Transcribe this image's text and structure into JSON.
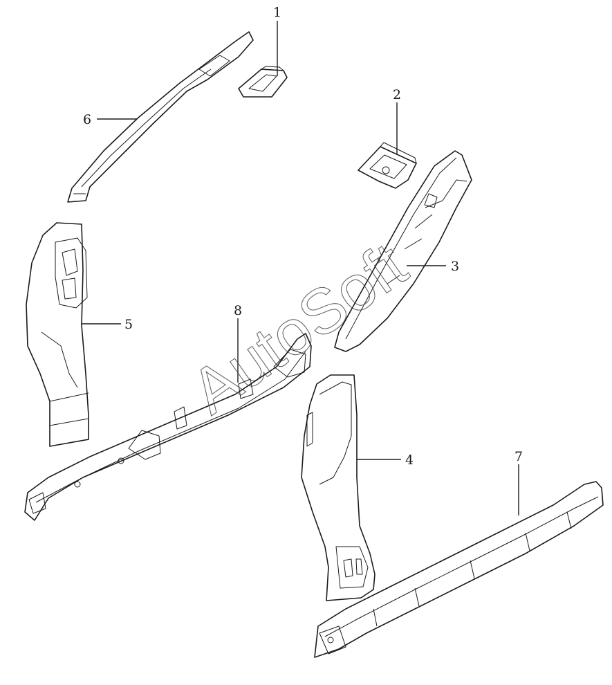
{
  "callouts": [
    {
      "id": "1",
      "label": "1"
    },
    {
      "id": "2",
      "label": "2"
    },
    {
      "id": "3",
      "label": "3"
    },
    {
      "id": "4",
      "label": "4"
    },
    {
      "id": "5",
      "label": "5"
    },
    {
      "id": "6",
      "label": "6"
    },
    {
      "id": "7",
      "label": "7"
    },
    {
      "id": "8",
      "label": "8"
    }
  ],
  "watermark": "AutoSoft",
  "colors": {
    "line": "#1a1a1a",
    "background": "#ffffff"
  }
}
